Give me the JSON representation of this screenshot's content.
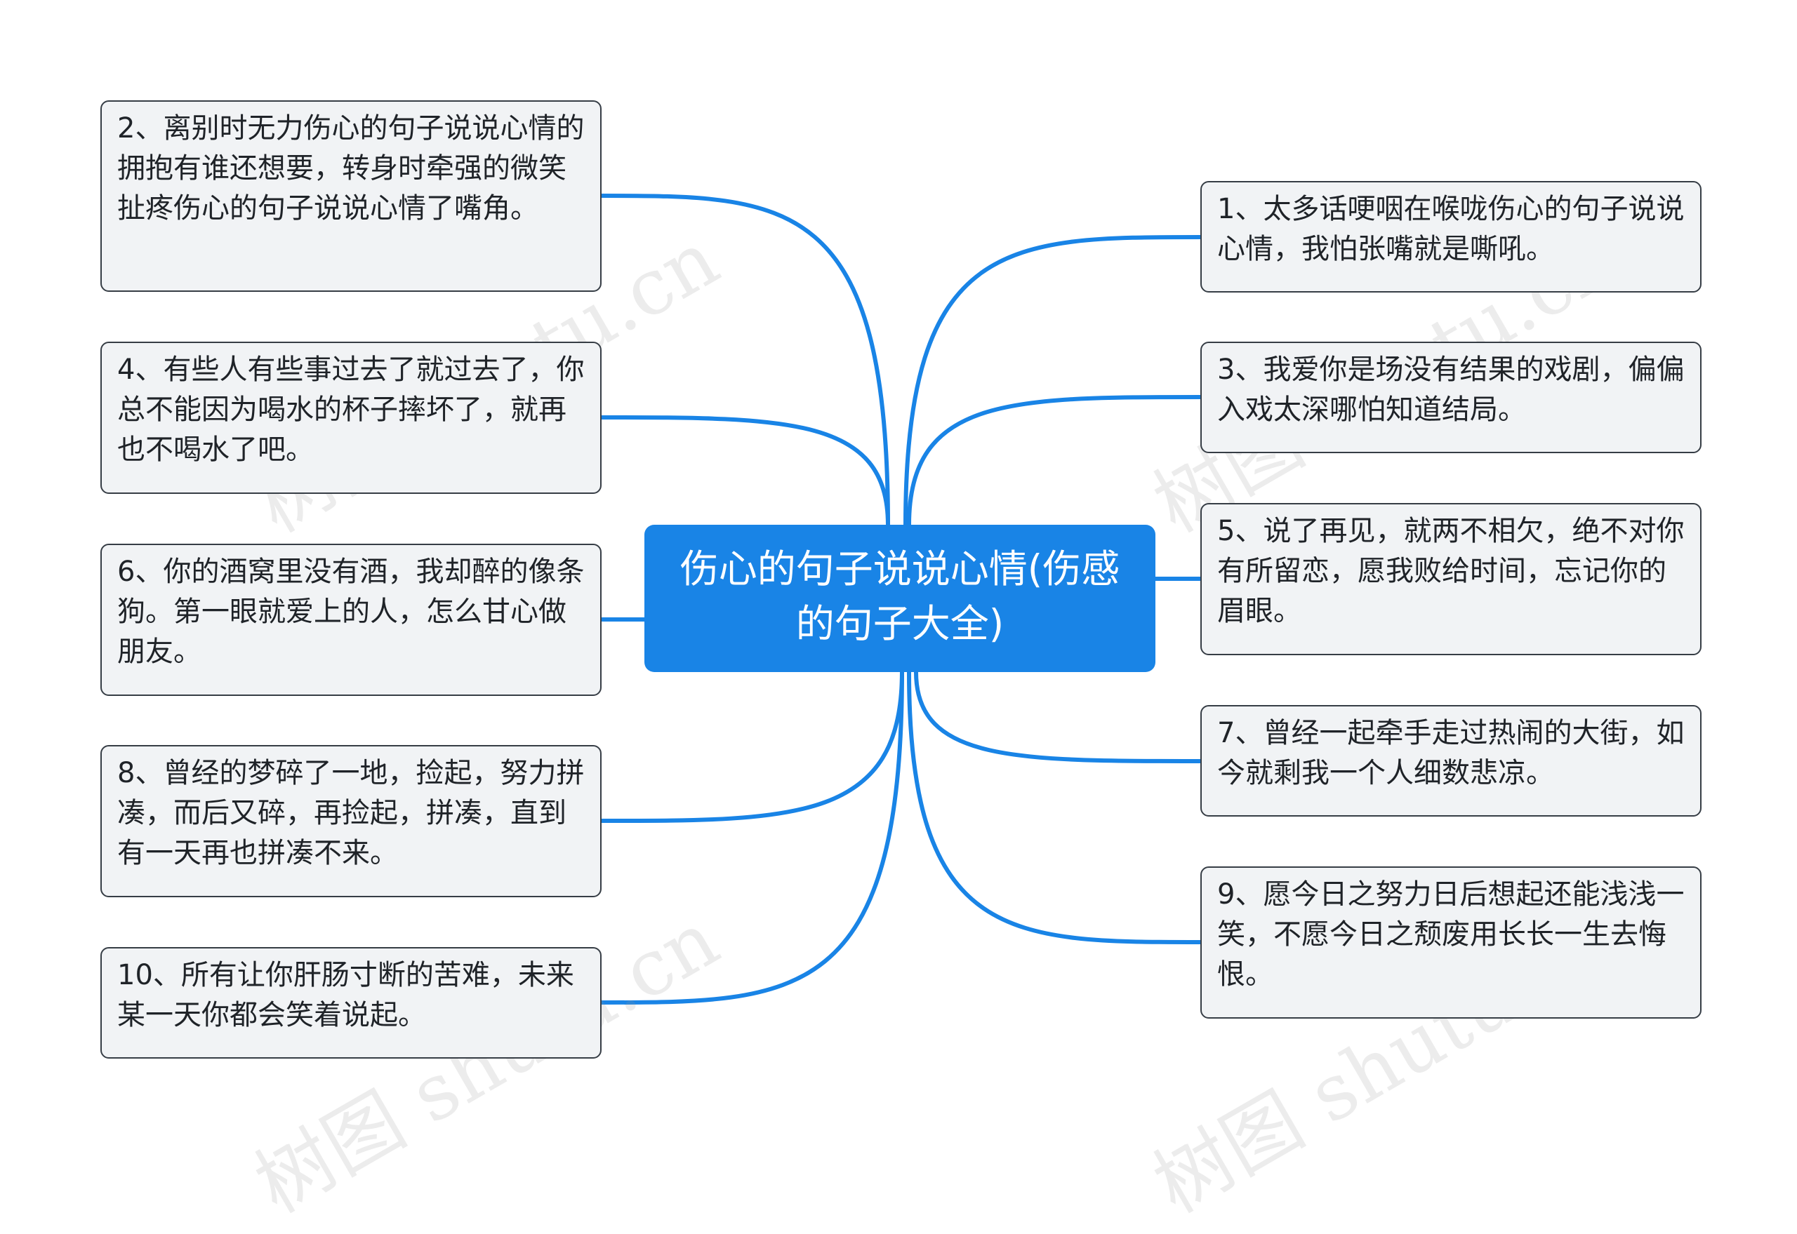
{
  "center": {
    "label": "伤心的句子说说心情(伤感的句子大全)"
  },
  "left_nodes": [
    {
      "id": "n2",
      "text": "2、离别时无力伤心的句子说说心情的拥抱有谁还想要，转身时牵强的微笑扯疼伤心的句子说说心情了嘴角。"
    },
    {
      "id": "n4",
      "text": "4、有些人有些事过去了就过去了，你总不能因为喝水的杯子摔坏了，就再也不喝水了吧。"
    },
    {
      "id": "n6",
      "text": "6、你的酒窝里没有酒，我却醉的像条狗。第一眼就爱上的人，怎么甘心做朋友。"
    },
    {
      "id": "n8",
      "text": "8、曾经的梦碎了一地，捡起，努力拼凑，而后又碎，再捡起，拼凑，直到有一天再也拼凑不来。"
    },
    {
      "id": "n10",
      "text": "10、所有让你肝肠寸断的苦难，未来某一天你都会笑着说起。"
    }
  ],
  "right_nodes": [
    {
      "id": "n1",
      "text": "1、太多话哽咽在喉咙伤心的句子说说心情，我怕张嘴就是嘶吼。"
    },
    {
      "id": "n3",
      "text": "3、我爱你是场没有结果的戏剧，偏偏入戏太深哪怕知道结局。"
    },
    {
      "id": "n5",
      "text": "5、说了再见，就两不相欠，绝不对你有所留恋，愿我败给时间，忘记你的眉眼。"
    },
    {
      "id": "n7",
      "text": "7、曾经一起牵手走过热闹的大街，如今就剩我一个人细数悲凉。"
    },
    {
      "id": "n9",
      "text": "9、愿今日之努力日后想起还能浅浅一笑，不愿今日之颓废用长长一生去悔恨。"
    }
  ],
  "watermark": {
    "text": "树图 shutu.cn"
  },
  "colors": {
    "center_fill": "#1984e6",
    "edge": "#1984e6",
    "node_fill": "#f1f3f5",
    "node_border": "#363d45"
  }
}
